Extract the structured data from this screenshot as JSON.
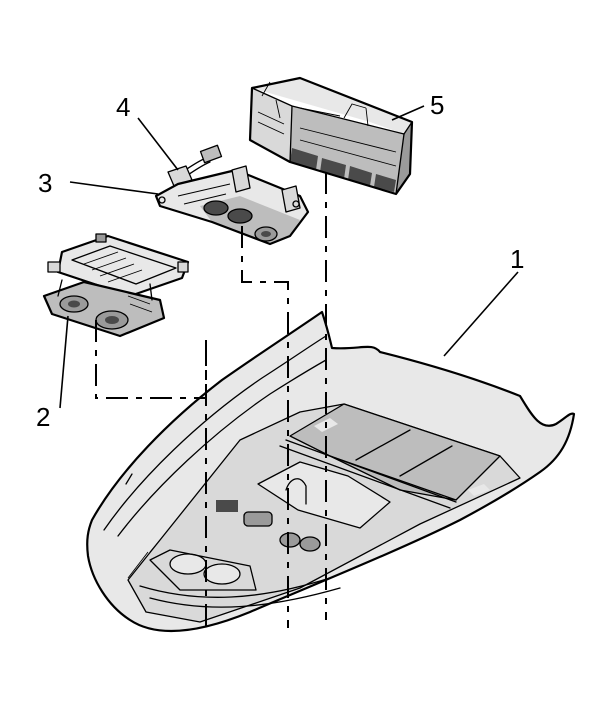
{
  "diagram": {
    "callouts": [
      {
        "id": "1",
        "label": "1"
      },
      {
        "id": "2",
        "label": "2"
      },
      {
        "id": "3",
        "label": "3"
      },
      {
        "id": "4",
        "label": "4"
      },
      {
        "id": "5",
        "label": "5"
      }
    ]
  },
  "colors": {
    "line": "#000000",
    "shade_light": "#d9d9d9",
    "shade_mid": "#bdbdbd",
    "shade_dark": "#9a9a9a",
    "background": "#ffffff"
  }
}
